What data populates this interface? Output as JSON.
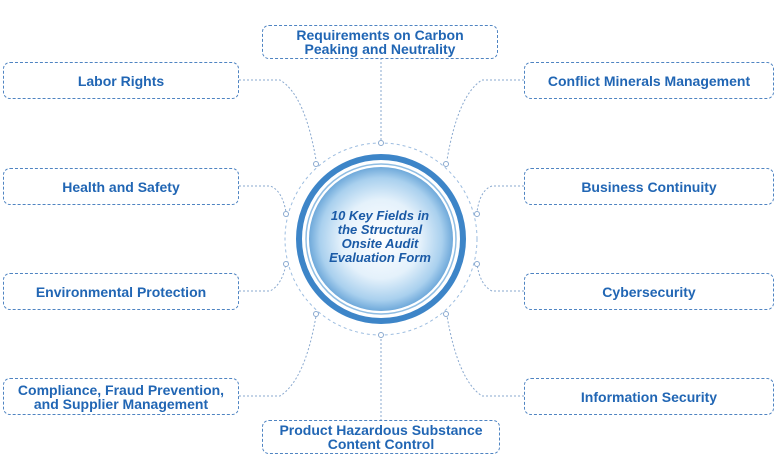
{
  "hub": {
    "title": "10 Key Fields in\nthe Structural\nOnsite Audit\nEvaluation Form"
  },
  "fields": {
    "top": "Requirements on Carbon\nPeaking and Neutrality",
    "bottom": "Product Hazardous Substance\nContent Control",
    "left_1": "Labor Rights",
    "left_2": "Health and Safety",
    "left_3": "Environmental Protection",
    "left_4": "Compliance, Fraud Prevention,\nand Supplier Management",
    "right_1": "Conflict Minerals Management",
    "right_2": "Business Continuity",
    "right_3": "Cybersecurity",
    "right_4": "Information Security"
  },
  "colors": {
    "text": "#2166b4",
    "border": "#4f84c2",
    "hub_ring": "#3d85c8"
  }
}
